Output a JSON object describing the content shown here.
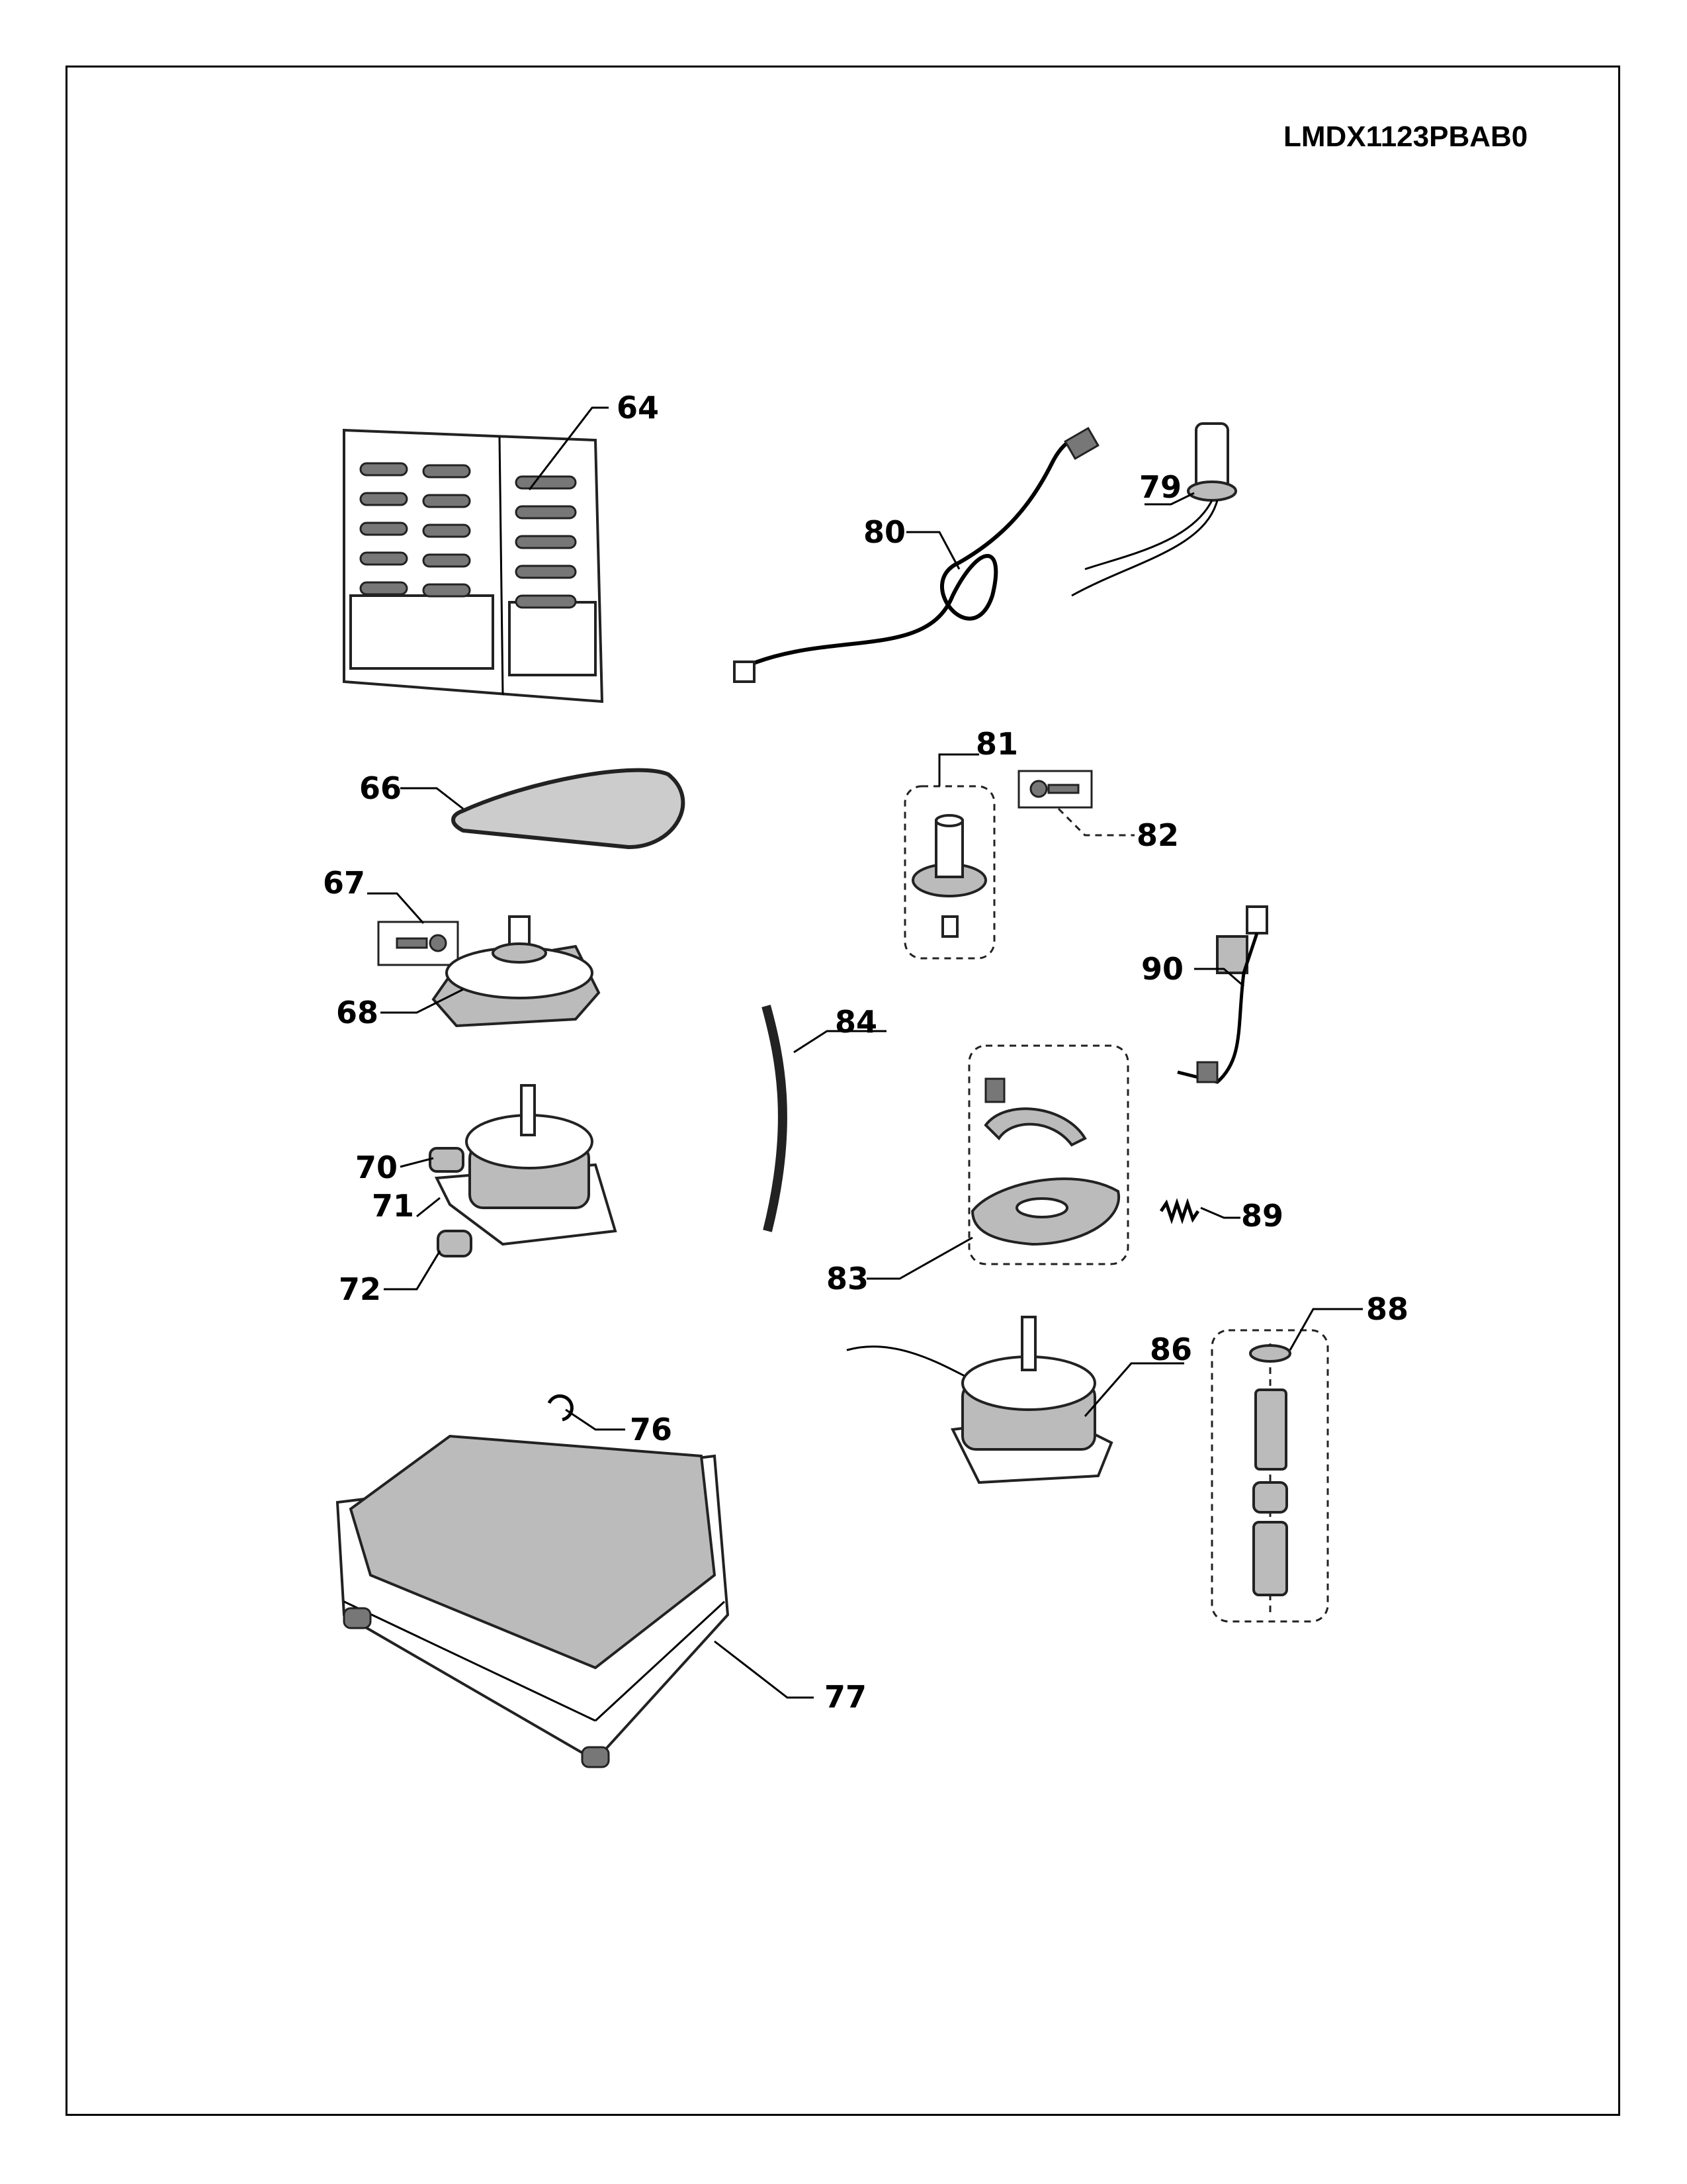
{
  "model_number": "LMDX1123PBAB0",
  "callouts": {
    "c64": "64",
    "c66": "66",
    "c67": "67",
    "c68": "68",
    "c70": "70",
    "c71": "71",
    "c72": "72",
    "c76": "76",
    "c77": "77",
    "c79": "79",
    "c80": "80",
    "c81": "81",
    "c82": "82",
    "c83": "83",
    "c84": "84",
    "c86": "86",
    "c88": "88",
    "c89": "89",
    "c90": "90"
  }
}
